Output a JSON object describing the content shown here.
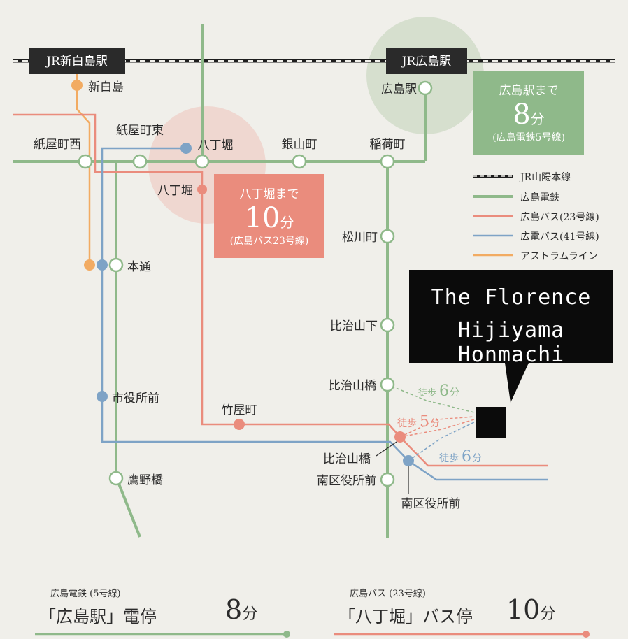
{
  "jr": {
    "shinhakushima_station": "JR新白島駅",
    "hiroshima_station": "JR広島駅"
  },
  "stops": {
    "shinhakushima": "新白島",
    "hiroshima_eki": "広島駅",
    "kamiyacho_nishi": "紙屋町西",
    "kamiyacho_higashi": "紙屋町東",
    "hatchobori_tram": "八丁堀",
    "ginzancho": "銀山町",
    "inaricho": "稲荷町",
    "hatchobori_bus": "八丁堀",
    "matsukawacho": "松川町",
    "hondori": "本通",
    "hijiyamashita": "比治山下",
    "hijiyamabashi_tram": "比治山橋",
    "shiyakushomae": "市役所前",
    "takeyacho": "竹屋町",
    "hijiyamabashi_bus": "比治山橋",
    "minamiku_tram": "南区役所前",
    "minamiku_bus": "南区役所前",
    "takanobashi": "鷹野橋"
  },
  "boxes": {
    "hiroshima": {
      "line1": "広島駅まで",
      "minutes": "8",
      "unit": "分",
      "line3": "(広島電鉄5号線)",
      "color": "#8fb98a"
    },
    "hatchobori": {
      "line1": "八丁堀まで",
      "minutes": "10",
      "unit": "分",
      "line3": "(広島バス23号線)",
      "color": "#ea8c7d"
    }
  },
  "property": {
    "line1": "The Florence",
    "line2": "Hijiyama Honmachi"
  },
  "walks": {
    "green": {
      "label": "徒歩",
      "minutes": "6",
      "color": "#8fb98a"
    },
    "red": {
      "label": "徒歩",
      "minutes": "5",
      "color": "#ea8c7d"
    },
    "blue": {
      "label": "徒歩",
      "minutes": "6",
      "color": "#7ea3c6"
    }
  },
  "legend": [
    {
      "label": "JR山陽本線",
      "color": "#1e1e1e",
      "style": "dashed"
    },
    {
      "label": "広島電鉄",
      "color": "#8fb98a",
      "style": "solid"
    },
    {
      "label": "広島バス(23号線)",
      "color": "#ea8c7d",
      "style": "solid"
    },
    {
      "label": "広電バス(41号線)",
      "color": "#7ea3c6",
      "style": "solid"
    },
    {
      "label": "アストラムライン",
      "color": "#f2ab62",
      "style": "solid"
    }
  ],
  "bottom": {
    "left": {
      "small": "広島電鉄 (5号線)",
      "big": "「広島駅」電停",
      "minutes": "8",
      "unit": "分",
      "color": "#8fb98a"
    },
    "right": {
      "small": "広島バス (23号線)",
      "big": "「八丁堀」バス停",
      "minutes": "10",
      "unit": "分",
      "color": "#ea8c7d"
    }
  },
  "colors": {
    "tram": "#8fb98a",
    "bus23": "#ea8c7d",
    "bus41": "#7ea3c6",
    "astram": "#f2ab62",
    "jr": "#1e1e1e",
    "background": "#f0efea"
  }
}
